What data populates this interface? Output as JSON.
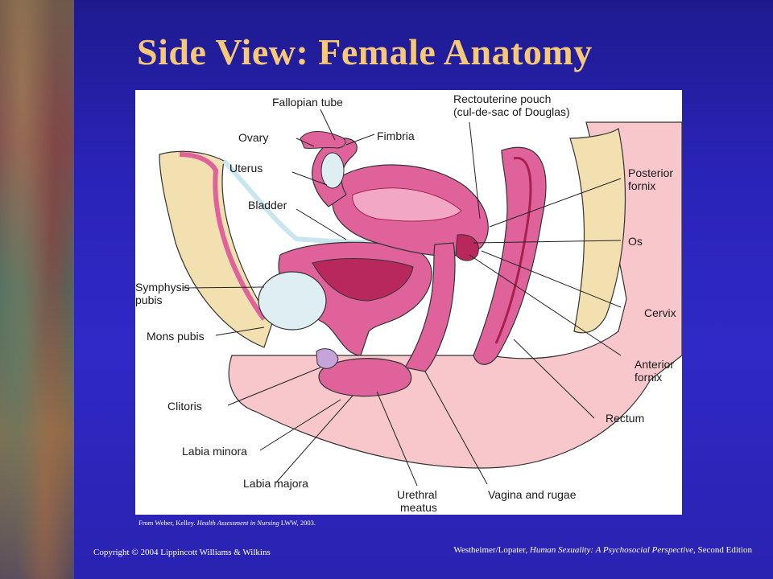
{
  "slide": {
    "title": "Side View: Female Anatomy",
    "source_prefix": "From Weber, Kelley. ",
    "source_title": "Health Assessment in Nursing",
    "source_suffix": " LWW, 2003.",
    "copyright": "Copyright © 2004 Lippincott Williams & Wilkins",
    "book_authors": "Westheimer/Lopater, ",
    "book_title": "Human Sexuality: A Psychosocial Perspective,",
    "book_edition": " Second Edition"
  },
  "labels": {
    "fallopian_tube": "Fallopian tube",
    "ovary": "Ovary",
    "fimbria": "Fimbria",
    "uterus": "Uterus",
    "bladder": "Bladder",
    "rectouterine_1": "Rectouterine pouch",
    "rectouterine_2": "(cul-de-sac of Douglas)",
    "posterior_1": "Posterior",
    "posterior_2": "fornix",
    "os": "Os",
    "symphysis_1": "Symphysis",
    "symphysis_2": "pubis",
    "mons_pubis": "Mons pubis",
    "cervix": "Cervix",
    "anterior_1": "Anterior",
    "anterior_2": "fornix",
    "clitoris": "Clitoris",
    "rectum": "Rectum",
    "labia_minora": "Labia minora",
    "labia_majora": "Labia majora",
    "urethral_1": "Urethral",
    "urethral_2": "meatus",
    "vagina_rugae": "Vagina and rugae"
  },
  "colors": {
    "slide_bg": "#2a23b8",
    "title": "#f6c878",
    "skin": "#f7c7cc",
    "tissue_pink": "#e0629a",
    "fat_yellow": "#f3e0b0",
    "bladder_blue": "#dfeef2",
    "uterus_dark": "#b8285c"
  }
}
